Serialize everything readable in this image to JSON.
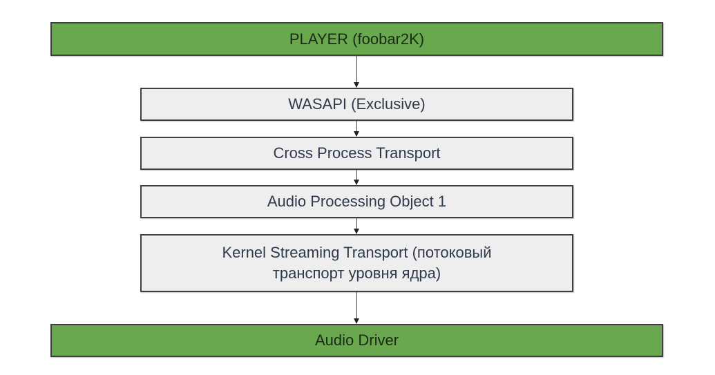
{
  "diagram": {
    "type": "flowchart",
    "direction": "top-to-bottom",
    "colors": {
      "endpoint_fill": "#6aa84f",
      "step_fill": "#eeeeee",
      "border": "#3f3f3f",
      "text": "#2e3a4a"
    },
    "nodes": [
      {
        "id": "player",
        "label": "PLAYER (foobar2K)",
        "kind": "endpoint"
      },
      {
        "id": "wasapi",
        "label": "WASAPI (Exclusive)",
        "kind": "step"
      },
      {
        "id": "cpt",
        "label": "Cross Process Transport",
        "kind": "step"
      },
      {
        "id": "apo",
        "label": "Audio Processing Object 1",
        "kind": "step"
      },
      {
        "id": "kst",
        "label_line1": "Kernel Streaming Transport (потоковый",
        "label_line2": "транспорт уровня ядра)",
        "kind": "step"
      },
      {
        "id": "driver",
        "label": "Audio Driver",
        "kind": "endpoint"
      }
    ],
    "edges": [
      [
        "player",
        "wasapi"
      ],
      [
        "wasapi",
        "cpt"
      ],
      [
        "cpt",
        "apo"
      ],
      [
        "apo",
        "kst"
      ],
      [
        "kst",
        "driver"
      ]
    ]
  }
}
